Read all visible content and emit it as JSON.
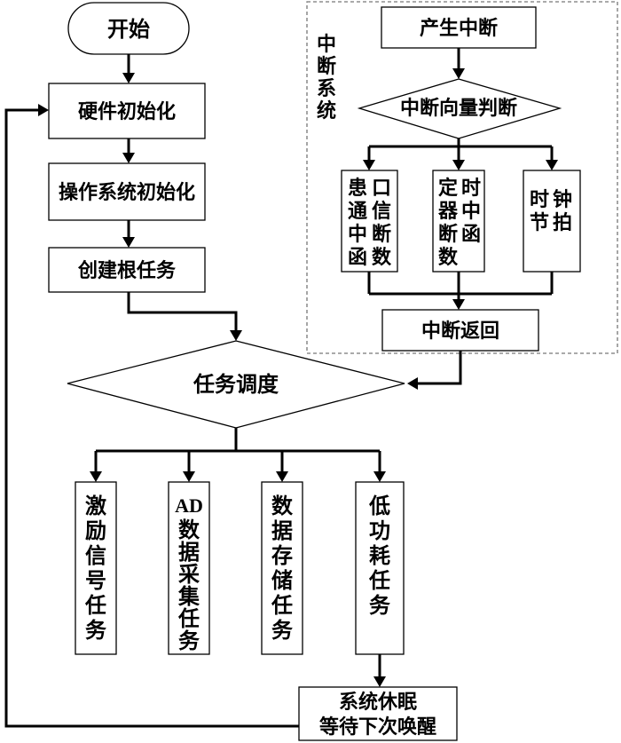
{
  "flowchart": {
    "start": "开始",
    "hw_init": "硬件初始化",
    "os_init": "操作系统初始化",
    "create_root": "创建根任务",
    "schedule": "任务调度",
    "tasks": [
      [
        "激",
        "励",
        "信",
        "号",
        "任",
        "务"
      ],
      [
        "AD",
        "数",
        "据",
        "采",
        "集",
        "任",
        "务"
      ],
      [
        "数",
        "据",
        "存",
        "储",
        "任",
        "务"
      ],
      [
        "低",
        "功",
        "耗",
        "任",
        "务"
      ]
    ],
    "sleep": [
      "系统休眠",
      "等待下次唤醒"
    ]
  },
  "interrupt_system": {
    "title": [
      "中",
      "断",
      "系",
      "统"
    ],
    "generate": "产生中断",
    "vector": "中断向量判断",
    "handlers": [
      {
        "col1": [
          "患",
          "通",
          "中",
          "函"
        ],
        "col2": [
          "口",
          "信",
          "断",
          "数"
        ]
      },
      {
        "col1": [
          "定",
          "器",
          "断",
          "数"
        ],
        "col2": [
          "时",
          "中",
          "函"
        ]
      },
      {
        "col1": [
          "时",
          "节"
        ],
        "col2": [
          "钟",
          "拍"
        ]
      }
    ],
    "return": "中断返回"
  }
}
